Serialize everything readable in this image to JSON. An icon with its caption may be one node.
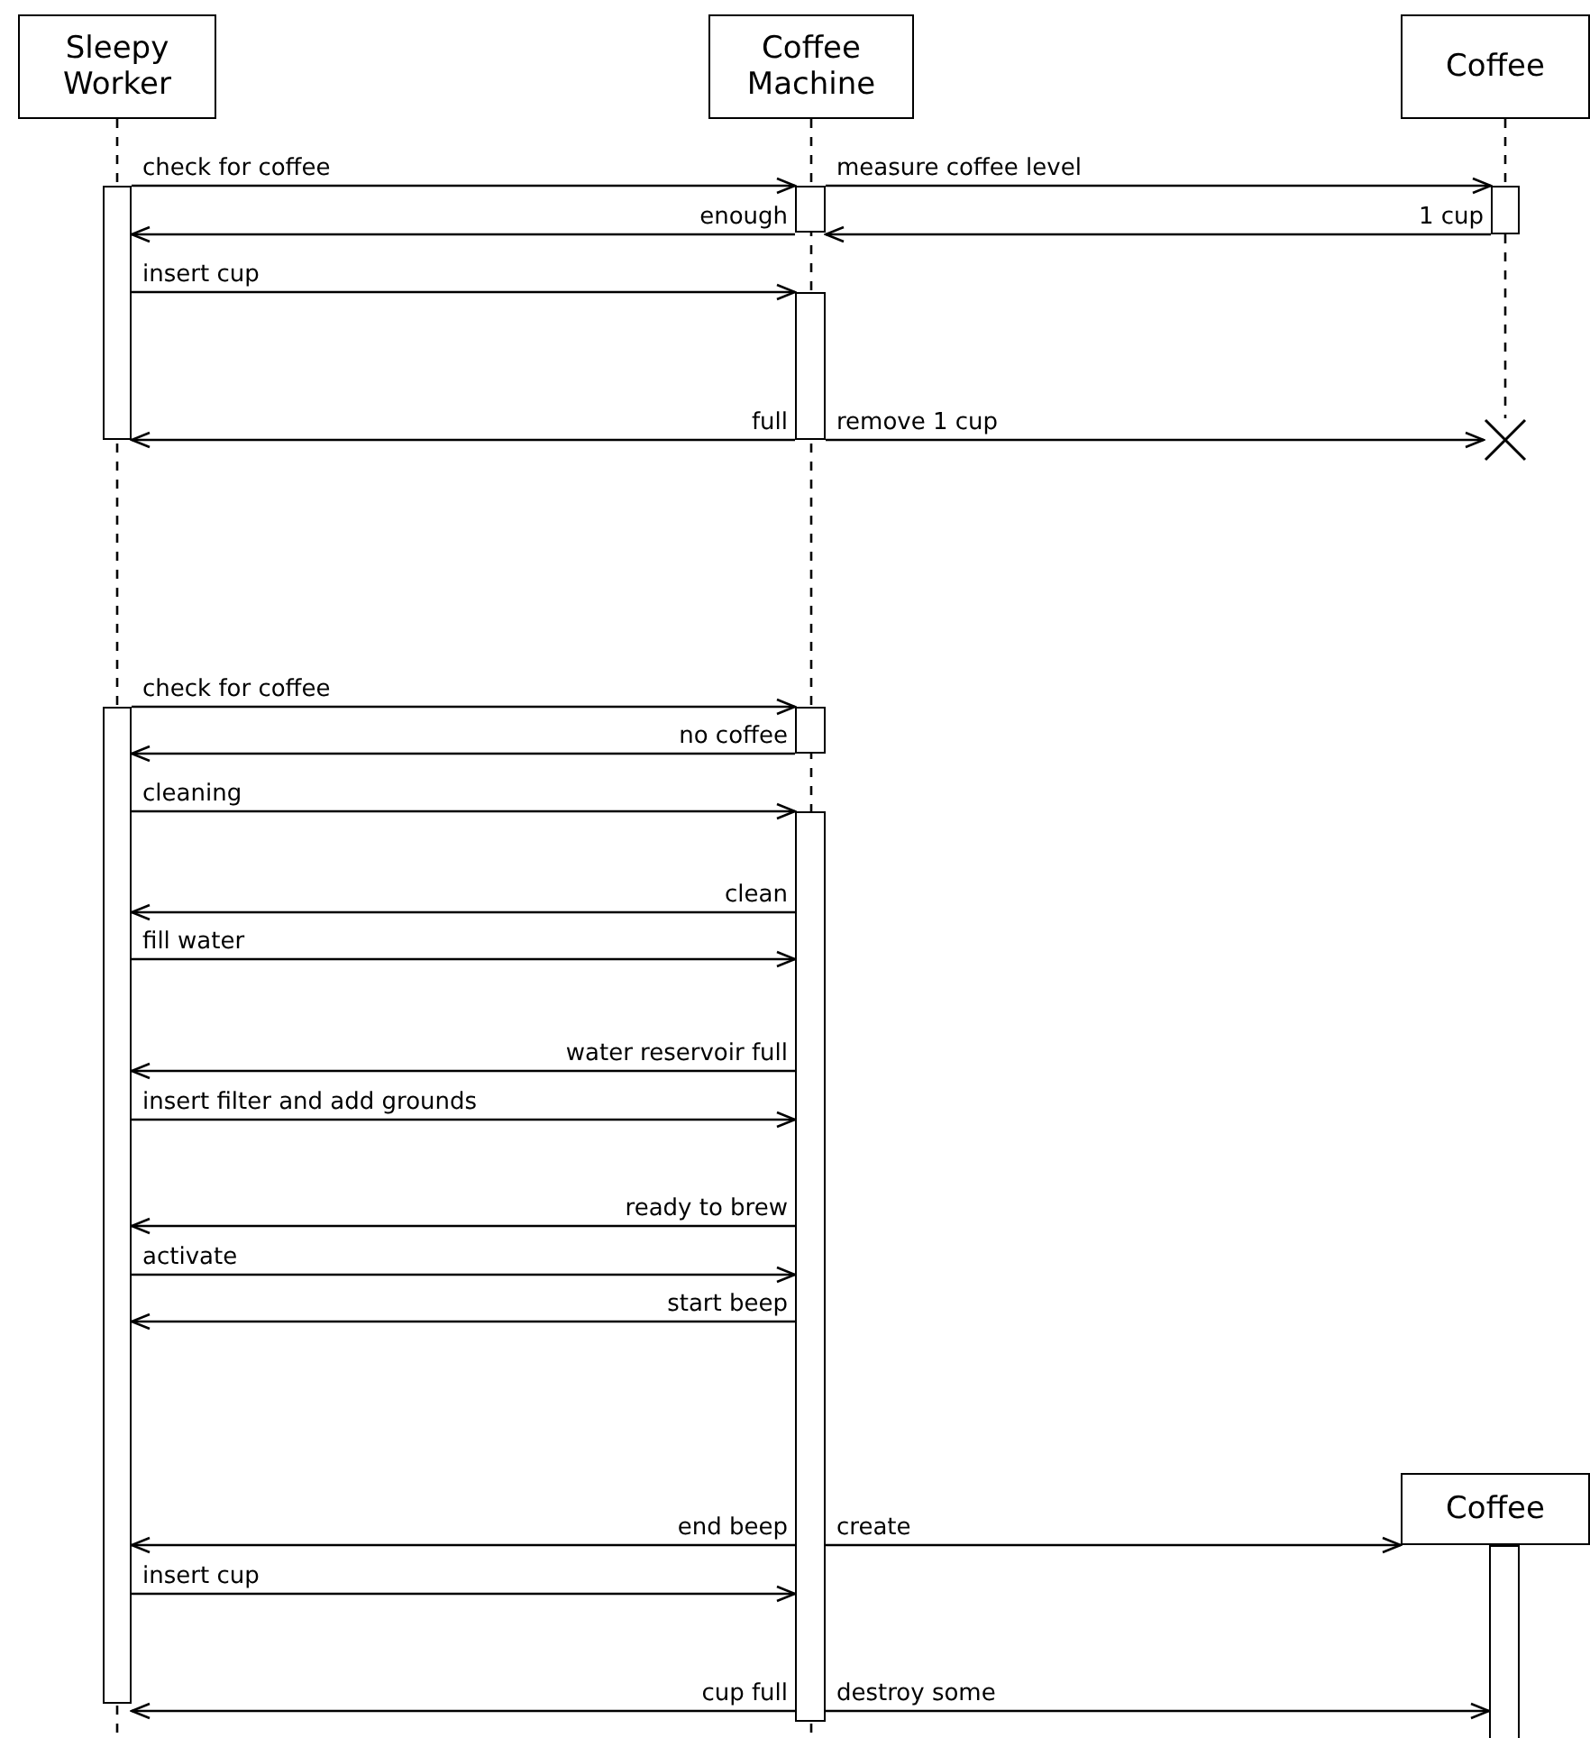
{
  "diagram": {
    "nodes": [
      {
        "text": [
          "Sleepy Worker"
        ]
      },
      {
        "text": [
          "Coffee Machine"
        ]
      },
      {
        "text": [
          "Coffee"
        ]
      },
      {
        "text": [],
        "shape": "bar"
      },
      {
        "text": [],
        "shape": "bar"
      },
      {
        "text": [],
        "shape": "bar"
      },
      {
        "text": [],
        "shape": "bar"
      },
      {
        "text": [],
        "shape": "cross"
      },
      {
        "text": [],
        "shape": "bar"
      },
      {
        "text": [],
        "shape": "bar"
      },
      {
        "text": [],
        "shape": "bar"
      },
      {
        "text": [
          "Coffee"
        ]
      },
      {
        "text": [],
        "shape": "bar"
      }
    ],
    "edges": [
      {
        "from": 3,
        "to": 4,
        "arrow": "to",
        "label": "check for coffee"
      },
      {
        "from": 4,
        "to": 5,
        "arrow": "to",
        "label": "measure coffee level"
      },
      {
        "from": 5,
        "to": 4,
        "arrow": "to",
        "label": "1 cup"
      },
      {
        "from": 4,
        "to": 3,
        "arrow": "to",
        "label": "enough"
      },
      {
        "from": 3,
        "to": 6,
        "arrow": "to",
        "label": "insert cup"
      },
      {
        "from": 6,
        "to": 3,
        "arrow": "to",
        "label": "full"
      },
      {
        "from": 6,
        "to": 7,
        "arrow": "to",
        "label": "remove 1 cup"
      },
      {
        "from": 8,
        "to": 9,
        "arrow": "to",
        "label": "check for coffee"
      },
      {
        "from": 9,
        "to": 8,
        "arrow": "to",
        "label": "no coffee"
      },
      {
        "from": 8,
        "to": 10,
        "arrow": "to",
        "label": "cleaning"
      },
      {
        "from": 10,
        "to": 8,
        "arrow": "to",
        "label": "clean"
      },
      {
        "from": 8,
        "to": 10,
        "arrow": "to",
        "label": "fill water"
      },
      {
        "from": 10,
        "to": 8,
        "arrow": "to",
        "label": "water reservoir full"
      },
      {
        "from": 8,
        "to": 10,
        "arrow": "to",
        "label": "insert filter and add grounds"
      },
      {
        "from": 10,
        "to": 8,
        "arrow": "to",
        "label": "ready to brew"
      },
      {
        "from": 8,
        "to": 10,
        "arrow": "to",
        "label": "activate"
      },
      {
        "from": 10,
        "to": 8,
        "arrow": "to",
        "label": "start beep"
      },
      {
        "from": 10,
        "to": 8,
        "arrow": "to",
        "label": "end beep"
      },
      {
        "from": 10,
        "to": 11,
        "arrow": "to",
        "label": "create"
      },
      {
        "from": 8,
        "to": 10,
        "arrow": "to",
        "label": "insert cup"
      },
      {
        "from": 10,
        "to": 8,
        "arrow": "to",
        "label": "cup full"
      },
      {
        "from": 10,
        "to": 12,
        "arrow": "to",
        "label": "destroy some"
      },
      {
        "from": 2,
        "to": 5,
        "arrow": "none",
        "style": "dashed"
      },
      {
        "from": 5,
        "to": 7,
        "arrow": "none",
        "style": "dashed"
      }
    ]
  }
}
